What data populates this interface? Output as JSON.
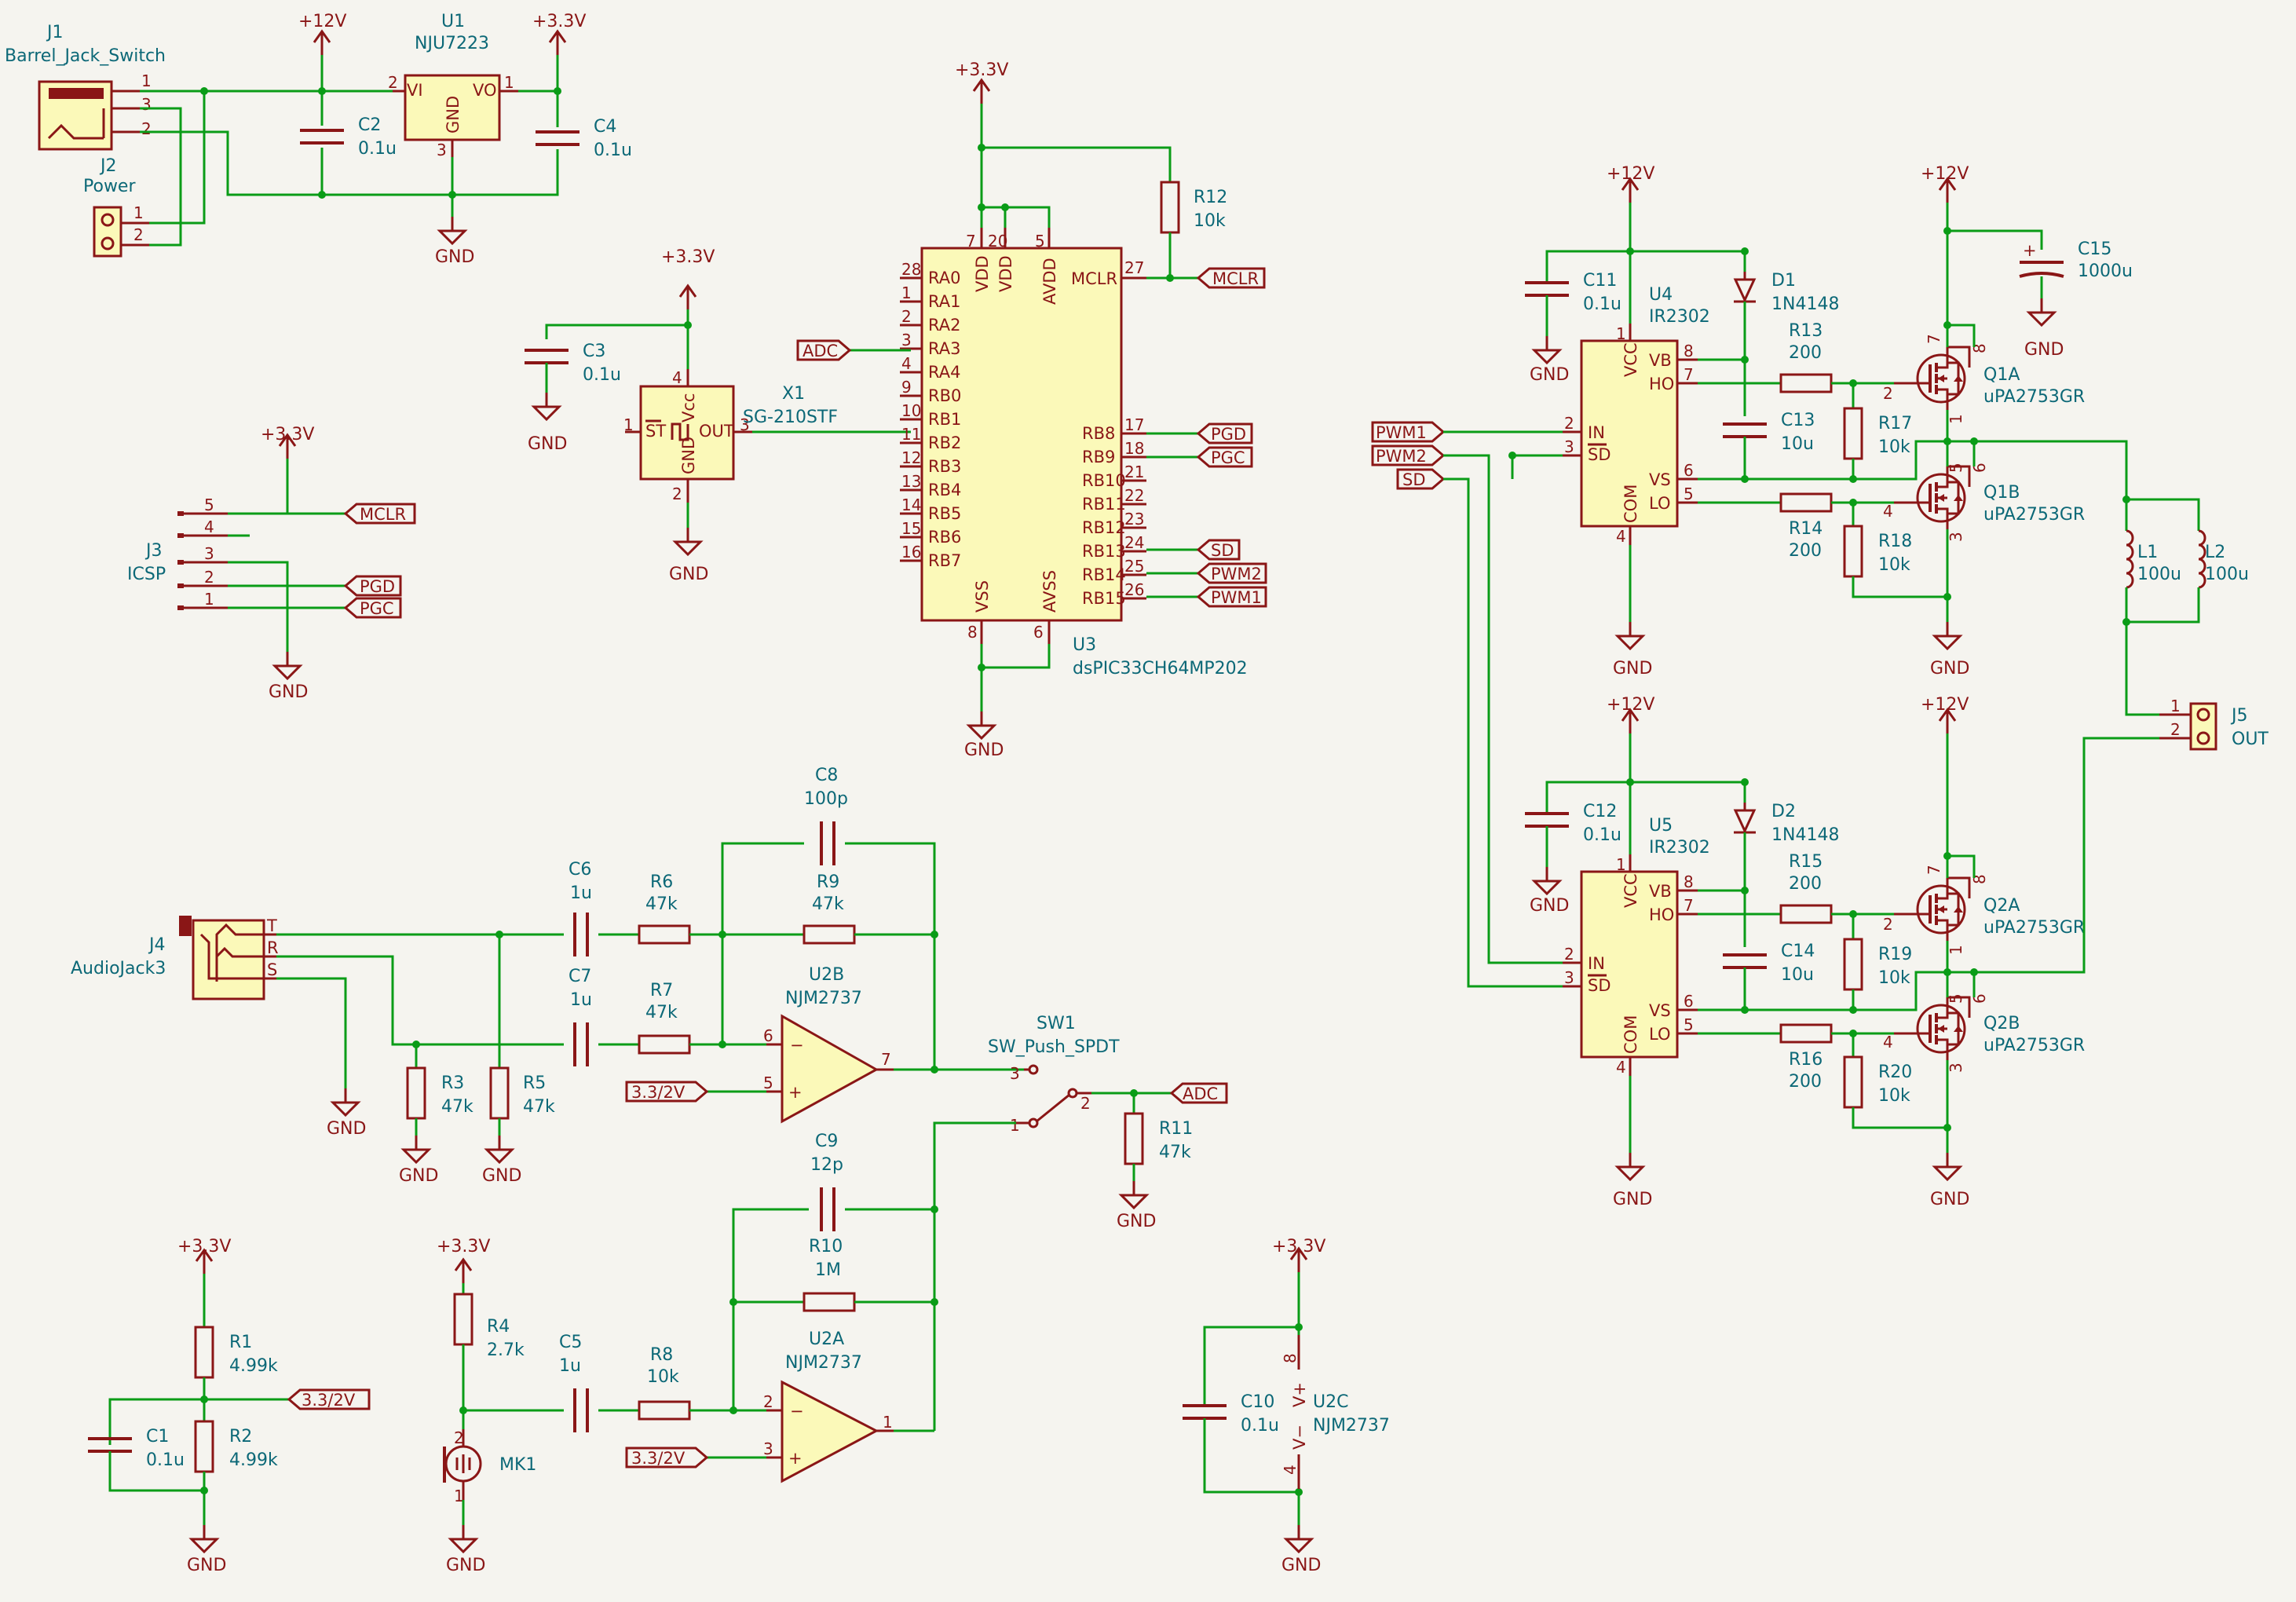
{
  "power": {
    "p12": "+12V",
    "p33": "+3.3V",
    "gnd": "GND"
  },
  "j1": {
    "ref": "J1",
    "value": "Barrel_Jack_Switch",
    "pins": [
      "1",
      "3",
      "2"
    ]
  },
  "j2": {
    "ref": "J2",
    "value": "Power",
    "pins": [
      "1",
      "2"
    ]
  },
  "u1": {
    "ref": "U1",
    "value": "NJU7223",
    "vi": "VI",
    "vo": "VO",
    "gnd": "GND",
    "pins": [
      "2",
      "1",
      "3"
    ]
  },
  "c2": {
    "ref": "C2",
    "value": "0.1u"
  },
  "c4": {
    "ref": "C4",
    "value": "0.1u"
  },
  "c3": {
    "ref": "C3",
    "value": "0.1u"
  },
  "x1": {
    "ref": "X1",
    "value": "SG-210STF",
    "st": "ST",
    "vcc": "Vcc",
    "out": "OUT",
    "gnd": "GND",
    "pins": [
      "1",
      "3",
      "4",
      "2"
    ]
  },
  "j3": {
    "ref": "J3",
    "value": "ICSP",
    "pins": [
      "5",
      "4",
      "3",
      "2",
      "1"
    ]
  },
  "labels": {
    "mclr": "MCLR",
    "pgd": "PGD",
    "pgc": "PGC",
    "adc": "ADC",
    "sd": "SD",
    "pwm1": "PWM1",
    "pwm2": "PWM2",
    "half": "3.3/2V"
  },
  "r12": {
    "ref": "R12",
    "value": "10k"
  },
  "u3": {
    "ref": "U3",
    "value": "dsPIC33CH64MP202",
    "left": [
      {
        "name": "RA0",
        "pin": "28"
      },
      {
        "name": "RA1",
        "pin": "1"
      },
      {
        "name": "RA2",
        "pin": "2"
      },
      {
        "name": "RA3",
        "pin": "3"
      },
      {
        "name": "RA4",
        "pin": "4"
      },
      {
        "name": "RB0",
        "pin": "9"
      },
      {
        "name": "RB1",
        "pin": "10"
      },
      {
        "name": "RB2",
        "pin": "11"
      },
      {
        "name": "RB3",
        "pin": "12"
      },
      {
        "name": "RB4",
        "pin": "13"
      },
      {
        "name": "RB5",
        "pin": "14"
      },
      {
        "name": "RB6",
        "pin": "15"
      },
      {
        "name": "RB7",
        "pin": "16"
      }
    ],
    "right": [
      {
        "name": "RB8",
        "pin": "17"
      },
      {
        "name": "RB9",
        "pin": "18"
      },
      {
        "name": "RB10",
        "pin": "21"
      },
      {
        "name": "RB11",
        "pin": "22"
      },
      {
        "name": "RB12",
        "pin": "23"
      },
      {
        "name": "RB13",
        "pin": "24"
      },
      {
        "name": "RB14",
        "pin": "25"
      },
      {
        "name": "RB15",
        "pin": "26"
      }
    ],
    "mclr": "MCLR",
    "mclr_pin": "27",
    "top": [
      {
        "name": "VDD",
        "pin": "7"
      },
      {
        "name": "VDD",
        "pin": "20"
      },
      {
        "name": "AVDD",
        "pin": "5"
      }
    ],
    "bottom": [
      {
        "name": "VSS",
        "pin": "8"
      },
      {
        "name": "AVSS",
        "pin": "6"
      }
    ]
  },
  "j4": {
    "ref": "J4",
    "value": "AudioJack3",
    "t": "T",
    "r": "R",
    "s": "S"
  },
  "c6": {
    "ref": "C6",
    "value": "1u"
  },
  "c7": {
    "ref": "C7",
    "value": "1u"
  },
  "c8": {
    "ref": "C8",
    "value": "100p"
  },
  "r6": {
    "ref": "R6",
    "value": "47k"
  },
  "r7": {
    "ref": "R7",
    "value": "47k"
  },
  "r9": {
    "ref": "R9",
    "value": "47k"
  },
  "r3": {
    "ref": "R3",
    "value": "47k"
  },
  "r5": {
    "ref": "R5",
    "value": "47k"
  },
  "u2b": {
    "ref": "U2B",
    "value": "NJM2737",
    "pins": [
      "6",
      "5",
      "7"
    ]
  },
  "sw1": {
    "ref": "SW1",
    "value": "SW_Push_SPDT",
    "pins": [
      "3",
      "1",
      "2"
    ]
  },
  "r11": {
    "ref": "R11",
    "value": "47k"
  },
  "c9": {
    "ref": "C9",
    "value": "12p"
  },
  "r10": {
    "ref": "R10",
    "value": "1M"
  },
  "u2a": {
    "ref": "U2A",
    "value": "NJM2737",
    "pins": [
      "2",
      "3",
      "1"
    ]
  },
  "r8": {
    "ref": "R8",
    "value": "10k"
  },
  "c5": {
    "ref": "C5",
    "value": "1u"
  },
  "r4": {
    "ref": "R4",
    "value": "2.7k"
  },
  "mk1": {
    "ref": "MK1",
    "pins": [
      "2",
      "1"
    ]
  },
  "r1": {
    "ref": "R1",
    "value": "4.99k"
  },
  "r2": {
    "ref": "R2",
    "value": "4.99k"
  },
  "c1": {
    "ref": "C1",
    "value": "0.1u"
  },
  "c10": {
    "ref": "C10",
    "value": "0.1u"
  },
  "u2c": {
    "ref": "U2C",
    "value": "NJM2737",
    "vp": "V+",
    "vm": "V−",
    "pins": [
      "8",
      "4"
    ]
  },
  "c11": {
    "ref": "C11",
    "value": "0.1u"
  },
  "c12": {
    "ref": "C12",
    "value": "0.1u"
  },
  "u4": {
    "ref": "U4",
    "value": "IR2302"
  },
  "u5": {
    "ref": "U5",
    "value": "IR2302"
  },
  "drv": {
    "vcc": "VCC",
    "vb": "VB",
    "ho": "HO",
    "in": "IN",
    "sd": "SD",
    "vs": "VS",
    "lo": "LO",
    "com": "COM",
    "pins": {
      "vcc": "1",
      "vb": "8",
      "ho": "7",
      "in": "2",
      "sd": "3",
      "vs": "6",
      "lo": "5",
      "com": "4"
    }
  },
  "d1": {
    "ref": "D1",
    "value": "1N4148"
  },
  "d2": {
    "ref": "D2",
    "value": "1N4148"
  },
  "r13": {
    "ref": "R13",
    "value": "200"
  },
  "r14": {
    "ref": "R14",
    "value": "200"
  },
  "r15": {
    "ref": "R15",
    "value": "200"
  },
  "r16": {
    "ref": "R16",
    "value": "200"
  },
  "c13": {
    "ref": "C13",
    "value": "10u"
  },
  "c14": {
    "ref": "C14",
    "value": "10u"
  },
  "r17": {
    "ref": "R17",
    "value": "10k"
  },
  "r18": {
    "ref": "R18",
    "value": "10k"
  },
  "r19": {
    "ref": "R19",
    "value": "10k"
  },
  "r20": {
    "ref": "R20",
    "value": "10k"
  },
  "q1a": {
    "ref": "Q1A",
    "value": "uPA2753GR",
    "pins": [
      "7",
      "8",
      "2",
      "1"
    ]
  },
  "q1b": {
    "ref": "Q1B",
    "value": "uPA2753GR",
    "pins": [
      "5",
      "6",
      "4",
      "3"
    ]
  },
  "q2a": {
    "ref": "Q2A",
    "value": "uPA2753GR",
    "pins": [
      "7",
      "8",
      "2",
      "1"
    ]
  },
  "q2b": {
    "ref": "Q2B",
    "value": "uPA2753GR",
    "pins": [
      "5",
      "6",
      "4",
      "3"
    ]
  },
  "c15": {
    "ref": "C15",
    "value": "1000u",
    "plus": "+"
  },
  "l1": {
    "ref": "L1",
    "value": "100u"
  },
  "l2": {
    "ref": "L2",
    "value": "100u"
  },
  "j5": {
    "ref": "J5",
    "value": "OUT",
    "pins": [
      "1",
      "2"
    ]
  }
}
